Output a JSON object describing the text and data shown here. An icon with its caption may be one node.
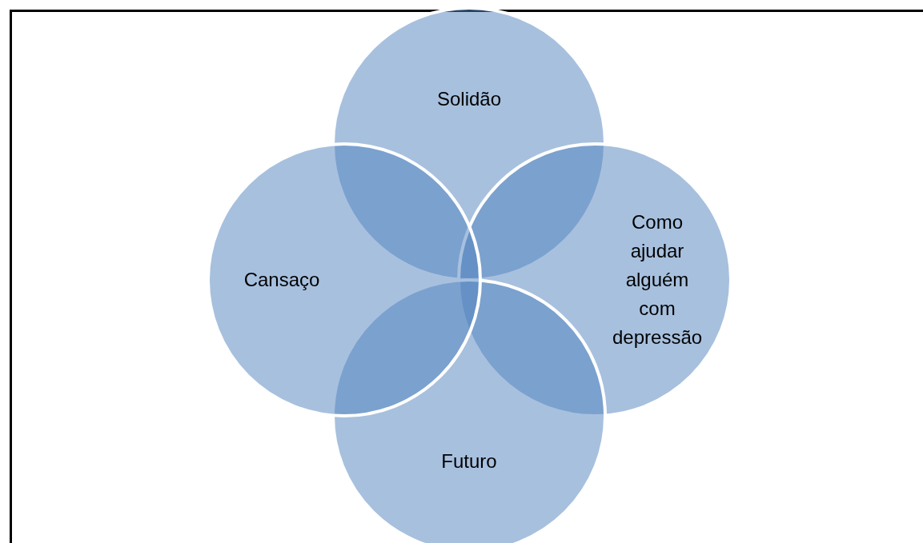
{
  "diagram": {
    "nodes": [
      {
        "text": [
          "Solidão"
        ]
      },
      {
        "text": [
          "Cansaço"
        ]
      },
      {
        "text": [
          "Como ajudar alguém com depressão"
        ]
      },
      {
        "text": [
          "Futuro"
        ]
      }
    ],
    "edges": []
  }
}
